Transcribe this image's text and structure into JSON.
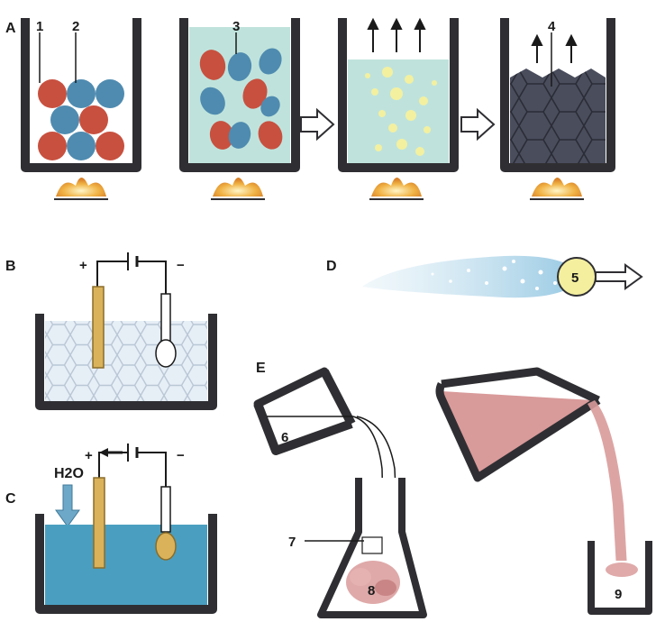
{
  "panels": {
    "a": "A",
    "b": "B",
    "c": "C",
    "d": "D",
    "e": "E"
  },
  "callouts": [
    "1",
    "2",
    "3",
    "4",
    "5",
    "6",
    "7",
    "8",
    "9"
  ],
  "electrodes": {
    "plus_b": "+",
    "minus_b": "−",
    "plus_c": "+",
    "minus_c": "−",
    "water_label": "H2O"
  },
  "colors": {
    "vessel": "#2f2f33",
    "red_grain": "#c8503f",
    "blue_grain": "#4f8bb0",
    "liquid_light": "#bfe3dc",
    "liquid_blue": "#4a9fc0",
    "crystal_dark": "#4a4d5c",
    "bubble_yellow": "#f3f0a0",
    "anode_gold": "#d9b25a",
    "pink_solution": "#d99a9a",
    "flame": "#e9a83a"
  }
}
